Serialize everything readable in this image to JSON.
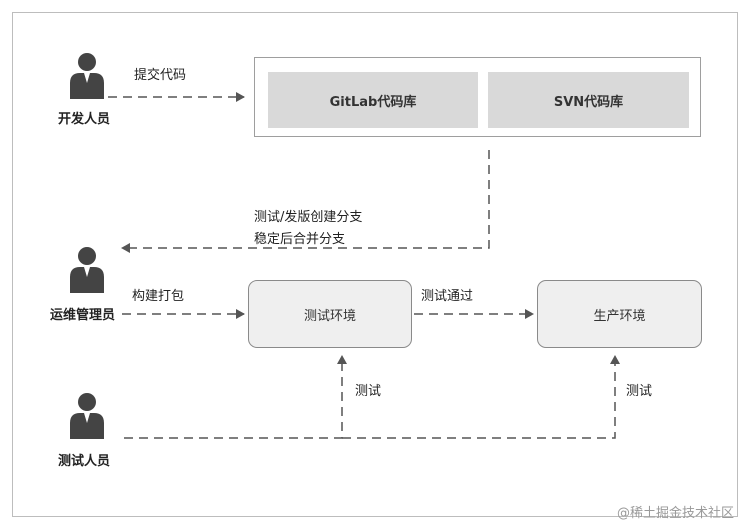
{
  "roles": {
    "developer": "开发人员",
    "ops": "运维管理员",
    "tester": "测试人员"
  },
  "repos": {
    "gitlab": "GitLab代码库",
    "svn": "SVN代码库"
  },
  "environments": {
    "test": "测试环境",
    "prod": "生产环境"
  },
  "edges": {
    "commit": "提交代码",
    "branch_line1": "测试/发版创建分支",
    "branch_line2": "稳定后合并分支",
    "build": "构建打包",
    "test_pass": "测试通过",
    "test_left": "测试",
    "test_right": "测试"
  },
  "watermark": "@稀土掘金技术社区",
  "colors": {
    "line": "#555555",
    "repo_fill": "#d9d9d9",
    "env_fill": "#efefef",
    "person": "#444444"
  }
}
